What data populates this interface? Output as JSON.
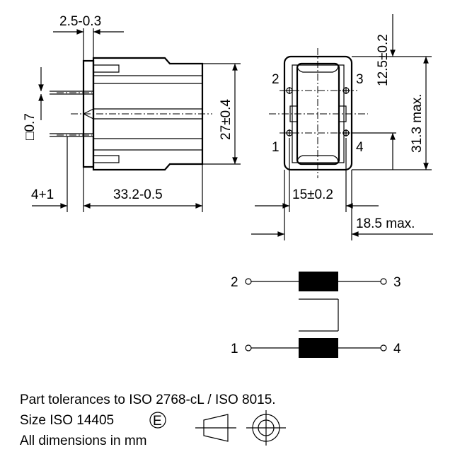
{
  "dimensions": {
    "pin_spacing": "2.5-0.3",
    "pin_square": "□0.7",
    "height": "27±0.4",
    "offset": "4+1",
    "length": "33.2-0.5",
    "top_height": "12.5±0.2",
    "max_height": "31.3 max.",
    "width": "15±0.2",
    "max_width": "18.5 max."
  },
  "pins": {
    "top_left": "2",
    "top_right": "3",
    "bottom_left": "1",
    "bottom_right": "4"
  },
  "schematic": {
    "top_left": "2",
    "top_right": "3",
    "bottom_left": "1",
    "bottom_right": "4"
  },
  "notes": {
    "line1": "Part tolerances to ISO 2768-cL / ISO 8015.",
    "line2": "Size ISO 14405",
    "symbol_e": "E",
    "line3": "All dimensions in mm"
  }
}
